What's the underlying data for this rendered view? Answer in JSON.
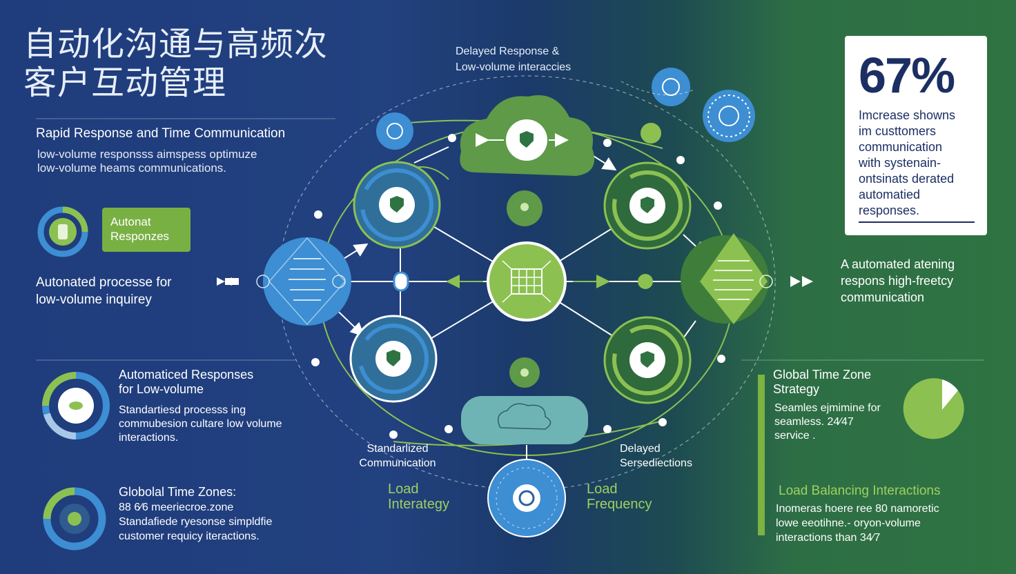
{
  "title": {
    "line1": "自动化沟通与高频次",
    "line2": "客户互动管理"
  },
  "left": {
    "rapid": {
      "title": "Rapid Response and Time Communication",
      "line1": "low-volume responsss aimspess optimuze",
      "line2": "low-volume heams communications."
    },
    "badge": {
      "line1": "Autonat",
      "line2": "Responzes"
    },
    "automated_process": {
      "line1": "Autonated processe for",
      "line2": "low-volume inquirey"
    },
    "automated_responses": {
      "line1": "Automaticed Responses",
      "line2": "for Low-volume",
      "body1": "Standartiesd processs ing",
      "body2": "commubesion cultare low volume",
      "body3": "interactions."
    },
    "global_time_zones": {
      "title": "Globolal Time Zones:",
      "stat": "88 6⁄6 meeriecroe.zone",
      "body1": "Standafiede ryesonse simpldfie",
      "body2": "customer requicy iteractions."
    }
  },
  "center": {
    "top_label": {
      "line1": "Delayed Response &",
      "line2": "Low-volume interaccies"
    },
    "standardized": {
      "line1": "Standarlized",
      "line2": "Communication"
    },
    "delayed": {
      "line1": "Delayed",
      "line2": "Sersediections"
    },
    "load_interatgy": {
      "line1": "Load",
      "line2": "Interategy"
    },
    "load_frequency": {
      "line1": "Load",
      "line2": "Frequency"
    }
  },
  "right": {
    "stat": {
      "value": "67%",
      "line1": "Imcrease showns",
      "line2": "im custtomers",
      "line3": "communication",
      "line4": "with systenain-",
      "line5": "ontsinats derated",
      "line6": "automatied",
      "line7": "responses."
    },
    "automated": {
      "line1": "A automated atening",
      "line2": "respons high-freetcy",
      "line3": "communication"
    },
    "global_strategy": {
      "title1": "Global Time Zone",
      "title2": "Strategy",
      "body1": "Seamles ejmimine for",
      "body2": "seamless. 24⁄47",
      "body3": "service ."
    },
    "load_balancing": {
      "title": "Load Balancing Interactions",
      "body1": "Inomeras hoere ree 80 namoretic",
      "body2": "lowe eeotihne.- oryon-volume",
      "body3": "interactions than 34⁄7"
    }
  },
  "colors": {
    "navy": "#1f3c7c",
    "green": "#79b043",
    "blue": "#3f8fd6",
    "dark_green": "#2f7342"
  },
  "icons": [
    "shield-check-icon",
    "chip-icon",
    "cloud-icon",
    "globe-icon",
    "arrow-right-icon",
    "donut-chart-icon"
  ]
}
